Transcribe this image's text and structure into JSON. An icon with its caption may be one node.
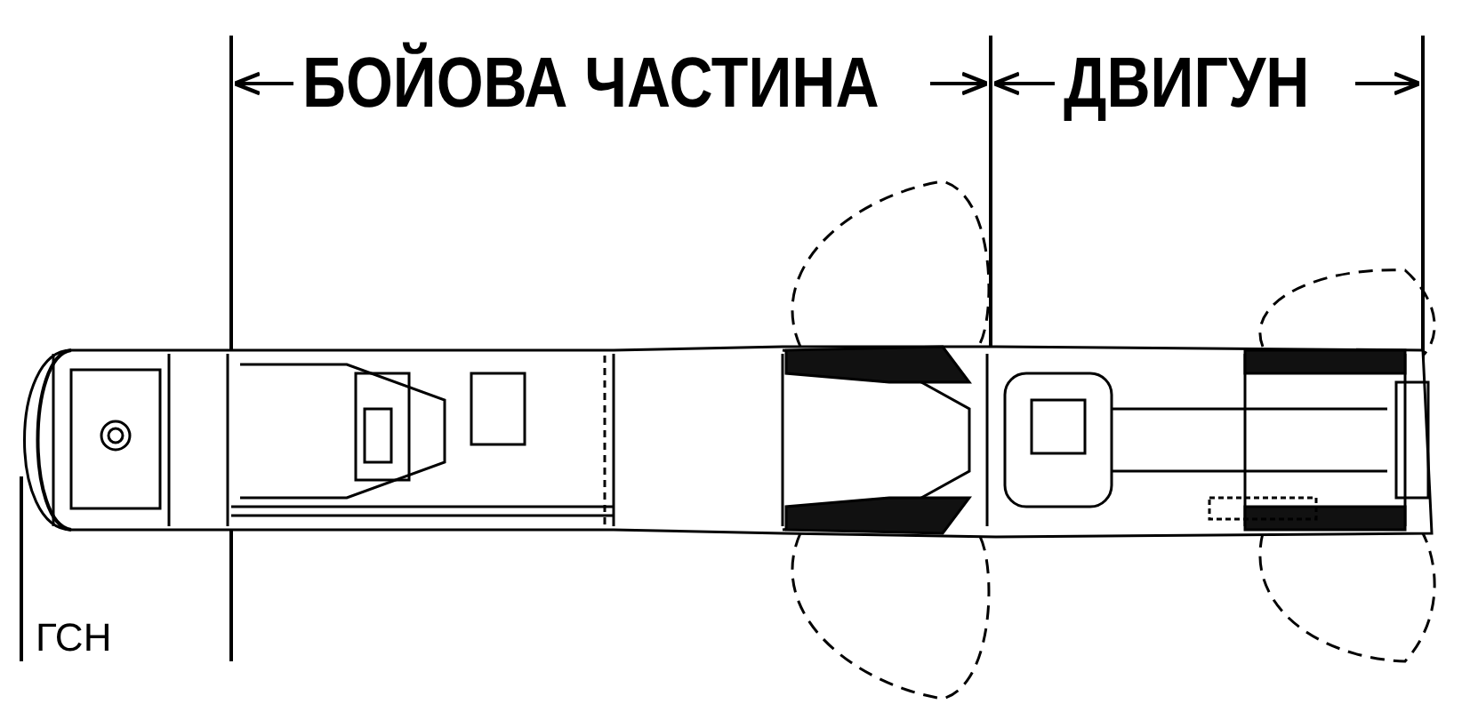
{
  "diagram": {
    "labels": [
      "БОЙОВА ЧАСТИНА",
      "ДВИГУН",
      "ГСН"
    ]
  }
}
